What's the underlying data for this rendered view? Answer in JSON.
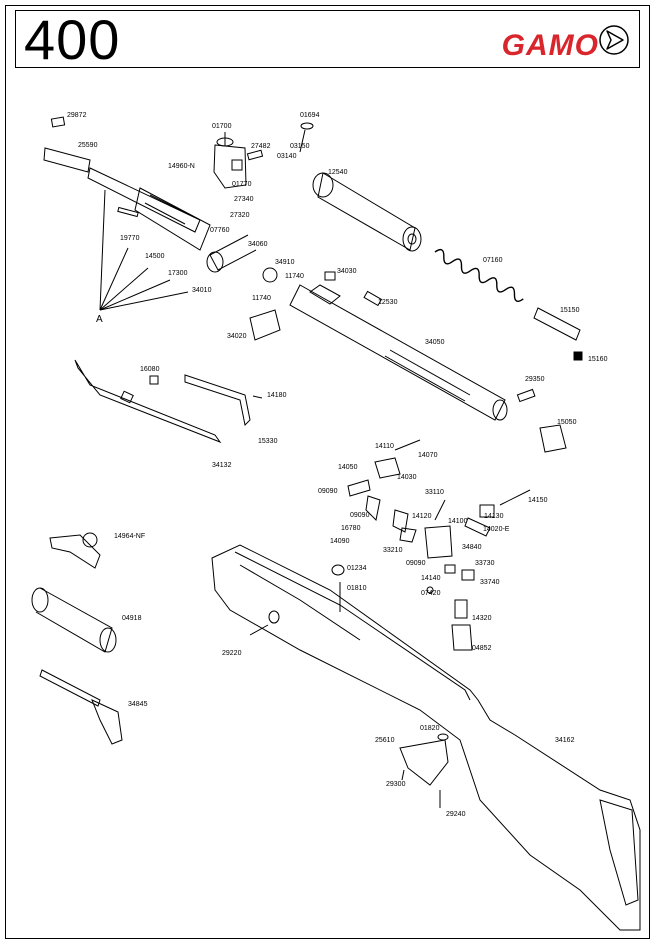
{
  "header": {
    "model": "400",
    "brand": "GAMO",
    "brand_mark": "chevron-circle-logo",
    "brand_color": "#d8262c"
  },
  "parts": {
    "p29872": "29872",
    "p25590": "25590",
    "p01700": "01700",
    "p01694": "01694",
    "p27482": "27482",
    "p03150": "03150",
    "p03140": "03140",
    "p14960n": "14960-N",
    "p01770": "01770",
    "p27340": "27340",
    "p27320": "27320",
    "p19770": "19770",
    "p07760": "07760",
    "p34060": "34060",
    "p14500": "14500",
    "p17300": "17300",
    "p34010": "34010",
    "p34910": "34910",
    "p11740a": "11740",
    "p11740b": "11740",
    "p34030": "34030",
    "p12540": "12540",
    "p07160": "07160",
    "p12530": "12530",
    "p15150": "15150",
    "p15160": "15160",
    "p34020": "34020",
    "p34050": "34050",
    "p16080": "16080",
    "p14180": "14180",
    "p29350": "29350",
    "p15050": "15050",
    "p15330": "15330",
    "p34132": "34132",
    "p14110": "14110",
    "p14070": "14070",
    "p14050": "14050",
    "p14030": "14030",
    "p09090a": "09090",
    "p33110": "33110",
    "p14150": "14150",
    "p09090b": "09090",
    "p14120": "14120",
    "p14100": "14100",
    "p14130": "14130",
    "p16780": "16780",
    "p14020e": "14020-E",
    "p14090": "14090",
    "p33210": "33210",
    "p34840": "34840",
    "p09090c": "09090",
    "p33730": "33730",
    "p14964nf": "14964-NF",
    "p01234": "01234",
    "p14140": "14140",
    "p33740": "33740",
    "p01810": "01810",
    "p07420": "07420",
    "p04918": "04918",
    "p14320": "14320",
    "p29220": "29220",
    "p04852": "04852",
    "p34845": "34845",
    "p01820": "01820",
    "p25610": "25610",
    "p34162": "34162",
    "p29300": "29300",
    "p29240": "29240",
    "callout": "A"
  }
}
